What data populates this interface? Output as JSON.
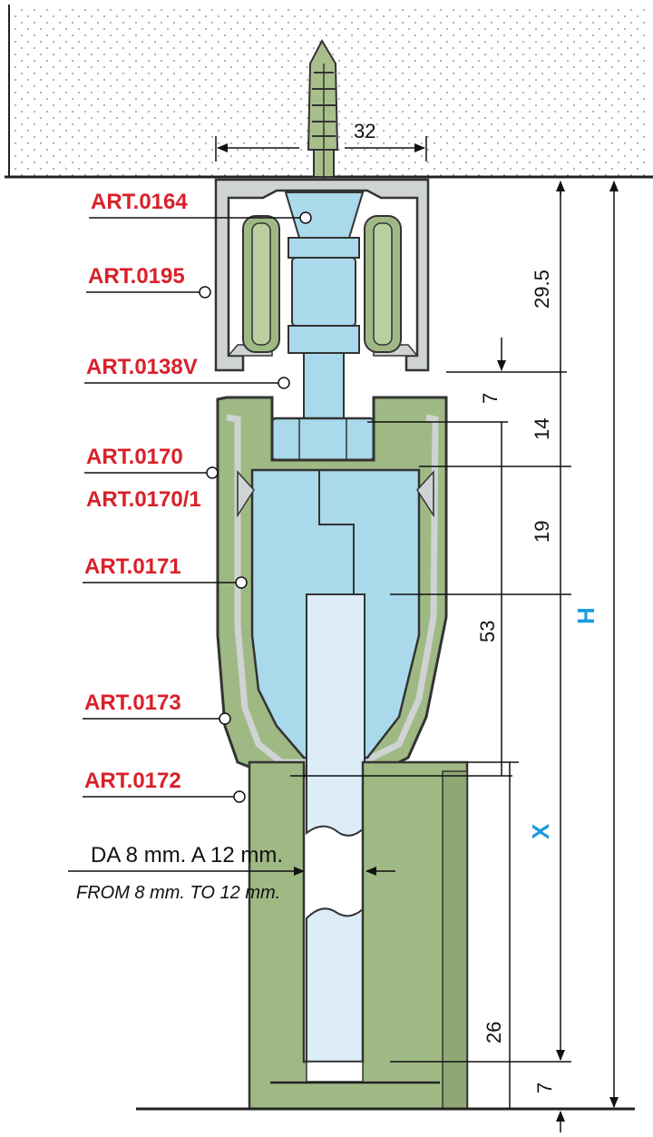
{
  "colors": {
    "part_label": "#d9202a",
    "axis_label": "#1a9be0",
    "profile_green": "#9fb984",
    "metal_blue": "#a9d9ea",
    "glass": "#dcedf8",
    "aluminium": "#cfd3d4"
  },
  "parts": [
    {
      "code": "ART.0164"
    },
    {
      "code": "ART.0195"
    },
    {
      "code": "ART.0138V"
    },
    {
      "code": "ART.0170"
    },
    {
      "code": "ART.0170/1"
    },
    {
      "code": "ART.0171"
    },
    {
      "code": "ART.0173"
    },
    {
      "code": "ART.0172"
    }
  ],
  "dimensions": {
    "top_width": "32",
    "track_height": "29.5",
    "gap": "7",
    "nut": "14",
    "clamp_upper": "19",
    "clamp_total": "53",
    "guide": "26",
    "floor_gap": "7"
  },
  "axis_labels": {
    "h": "H",
    "x": "X"
  },
  "glass_thickness": {
    "it": "DA 8 mm. A 12 mm.",
    "en": "FROM 8 mm. TO 12 mm."
  }
}
